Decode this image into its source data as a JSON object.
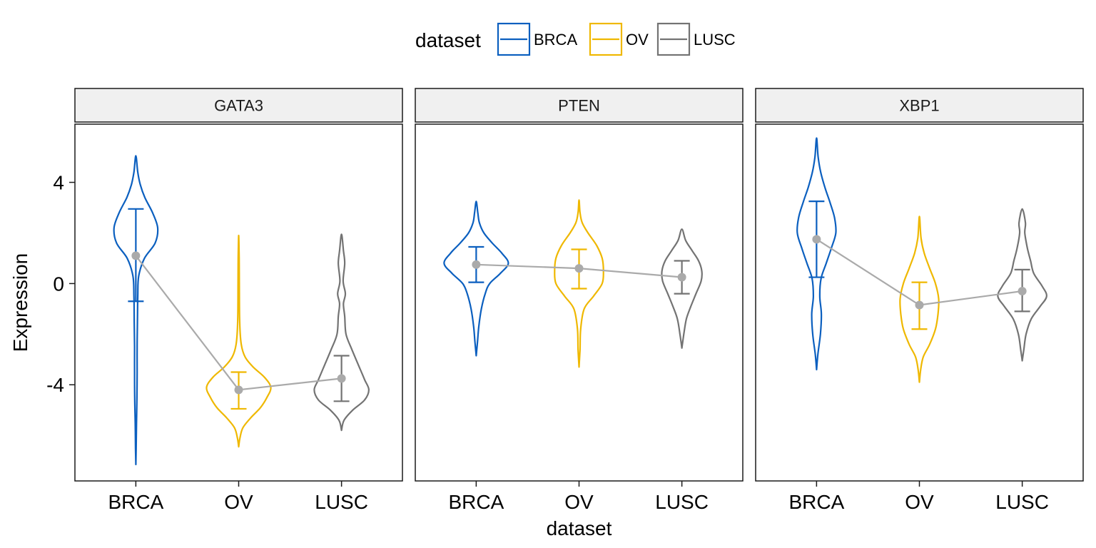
{
  "chart_data": {
    "type": "violin",
    "xlabel": "dataset",
    "ylabel": "Expression",
    "ylim": [
      -7.8,
      6.3
    ],
    "y_ticks": [
      -4,
      0,
      4
    ],
    "y_tick_labels": [
      "-4",
      "0",
      "4"
    ],
    "categories": [
      "BRCA",
      "OV",
      "LUSC"
    ],
    "legend": {
      "title": "dataset",
      "position": "top",
      "entries": [
        "BRCA",
        "OV",
        "LUSC"
      ]
    },
    "colors": {
      "BRCA": "#0B5FBF",
      "OV": "#EFB800",
      "LUSC": "#737373",
      "summary": "#AAAAAA"
    },
    "grid": false,
    "panels": [
      {
        "name": "GATA3",
        "series": [
          {
            "name": "BRCA",
            "mean": 1.1,
            "sd_low": -0.7,
            "sd_high": 2.95,
            "ymin": -7.15,
            "ymax": 5.05,
            "profile": [
              [
                -7.15,
                0
              ],
              [
                -6.5,
                0.01
              ],
              [
                -5.5,
                0.02
              ],
              [
                -4.5,
                0.035
              ],
              [
                -3.5,
                0.04
              ],
              [
                -2.5,
                0.04
              ],
              [
                -1.5,
                0.05
              ],
              [
                -0.5,
                0.06
              ],
              [
                0.3,
                0.09
              ],
              [
                1.0,
                0.27
              ],
              [
                1.6,
                0.6
              ],
              [
                2.2,
                0.68
              ],
              [
                2.8,
                0.52
              ],
              [
                3.4,
                0.28
              ],
              [
                3.9,
                0.14
              ],
              [
                4.4,
                0.06
              ],
              [
                5.05,
                0
              ]
            ]
          },
          {
            "name": "OV",
            "mean": -4.2,
            "sd_low": -4.95,
            "sd_high": -3.5,
            "ymin": -6.45,
            "ymax": 1.9,
            "profile": [
              [
                -6.45,
                0
              ],
              [
                -6.1,
                0.04
              ],
              [
                -5.7,
                0.13
              ],
              [
                -5.3,
                0.38
              ],
              [
                -4.9,
                0.68
              ],
              [
                -4.5,
                0.88
              ],
              [
                -4.1,
                1.0
              ],
              [
                -3.7,
                0.8
              ],
              [
                -3.3,
                0.45
              ],
              [
                -2.9,
                0.2
              ],
              [
                -2.4,
                0.08
              ],
              [
                -1.5,
                0.03
              ],
              [
                0.0,
                0.02
              ],
              [
                1.0,
                0.015
              ],
              [
                1.9,
                0
              ]
            ]
          },
          {
            "name": "LUSC",
            "mean": -3.75,
            "sd_low": -4.65,
            "sd_high": -2.85,
            "ymin": -5.8,
            "ymax": 1.95,
            "profile": [
              [
                -5.8,
                0
              ],
              [
                -5.4,
                0.08
              ],
              [
                -5.0,
                0.35
              ],
              [
                -4.6,
                0.72
              ],
              [
                -4.2,
                0.85
              ],
              [
                -3.8,
                0.72
              ],
              [
                -3.2,
                0.52
              ],
              [
                -2.6,
                0.32
              ],
              [
                -2.0,
                0.14
              ],
              [
                -1.3,
                0.1
              ],
              [
                -0.8,
                0.06
              ],
              [
                -0.4,
                0.12
              ],
              [
                0.1,
                0.05
              ],
              [
                0.8,
                0.1
              ],
              [
                1.3,
                0.06
              ],
              [
                1.95,
                0
              ]
            ]
          }
        ]
      },
      {
        "name": "PTEN",
        "series": [
          {
            "name": "BRCA",
            "mean": 0.75,
            "sd_low": 0.05,
            "sd_high": 1.45,
            "ymin": -2.85,
            "ymax": 3.25,
            "profile": [
              [
                -2.85,
                0
              ],
              [
                -2.3,
                0.04
              ],
              [
                -1.7,
                0.08
              ],
              [
                -1.0,
                0.16
              ],
              [
                -0.4,
                0.28
              ],
              [
                0.0,
                0.42
              ],
              [
                0.4,
                0.75
              ],
              [
                0.8,
                1.0
              ],
              [
                1.2,
                0.8
              ],
              [
                1.6,
                0.5
              ],
              [
                2.0,
                0.24
              ],
              [
                2.4,
                0.1
              ],
              [
                2.8,
                0.05
              ],
              [
                3.25,
                0
              ]
            ]
          },
          {
            "name": "OV",
            "mean": 0.6,
            "sd_low": -0.2,
            "sd_high": 1.35,
            "ymin": -3.3,
            "ymax": 3.3,
            "profile": [
              [
                -3.3,
                0
              ],
              [
                -2.6,
                0.03
              ],
              [
                -1.8,
                0.05
              ],
              [
                -1.0,
                0.16
              ],
              [
                -0.5,
                0.45
              ],
              [
                0.0,
                0.72
              ],
              [
                0.5,
                0.76
              ],
              [
                1.0,
                0.72
              ],
              [
                1.5,
                0.55
              ],
              [
                2.0,
                0.28
              ],
              [
                2.4,
                0.1
              ],
              [
                2.8,
                0.03
              ],
              [
                3.3,
                0
              ]
            ]
          },
          {
            "name": "LUSC",
            "mean": 0.25,
            "sd_low": -0.4,
            "sd_high": 0.9,
            "ymin": -2.55,
            "ymax": 2.15,
            "profile": [
              [
                -2.55,
                0
              ],
              [
                -2.0,
                0.06
              ],
              [
                -1.4,
                0.14
              ],
              [
                -0.9,
                0.28
              ],
              [
                -0.4,
                0.44
              ],
              [
                0.1,
                0.6
              ],
              [
                0.5,
                0.62
              ],
              [
                0.9,
                0.52
              ],
              [
                1.3,
                0.32
              ],
              [
                1.7,
                0.12
              ],
              [
                2.15,
                0
              ]
            ]
          }
        ]
      },
      {
        "name": "XBP1",
        "series": [
          {
            "name": "BRCA",
            "mean": 1.75,
            "sd_low": 0.25,
            "sd_high": 3.25,
            "ymin": -3.4,
            "ymax": 5.75,
            "profile": [
              [
                -3.4,
                0
              ],
              [
                -2.8,
                0.04
              ],
              [
                -2.0,
                0.12
              ],
              [
                -1.2,
                0.15
              ],
              [
                -0.5,
                0.1
              ],
              [
                0.2,
                0.14
              ],
              [
                0.8,
                0.3
              ],
              [
                1.4,
                0.46
              ],
              [
                2.0,
                0.6
              ],
              [
                2.6,
                0.56
              ],
              [
                3.2,
                0.42
              ],
              [
                3.8,
                0.26
              ],
              [
                4.4,
                0.13
              ],
              [
                5.0,
                0.05
              ],
              [
                5.75,
                0
              ]
            ]
          },
          {
            "name": "OV",
            "mean": -0.85,
            "sd_low": -1.8,
            "sd_high": 0.05,
            "ymin": -3.9,
            "ymax": 2.65,
            "profile": [
              [
                -3.9,
                0
              ],
              [
                -3.4,
                0.04
              ],
              [
                -2.9,
                0.12
              ],
              [
                -2.4,
                0.32
              ],
              [
                -1.8,
                0.5
              ],
              [
                -1.2,
                0.58
              ],
              [
                -0.6,
                0.6
              ],
              [
                0.0,
                0.5
              ],
              [
                0.6,
                0.32
              ],
              [
                1.2,
                0.15
              ],
              [
                1.8,
                0.05
              ],
              [
                2.65,
                0
              ]
            ]
          },
          {
            "name": "LUSC",
            "mean": -0.3,
            "sd_low": -1.1,
            "sd_high": 0.55,
            "ymin": -3.05,
            "ymax": 2.95,
            "profile": [
              [
                -3.05,
                0
              ],
              [
                -2.6,
                0.05
              ],
              [
                -2.0,
                0.12
              ],
              [
                -1.4,
                0.28
              ],
              [
                -0.9,
                0.56
              ],
              [
                -0.5,
                0.76
              ],
              [
                -0.1,
                0.62
              ],
              [
                0.4,
                0.36
              ],
              [
                0.9,
                0.26
              ],
              [
                1.4,
                0.16
              ],
              [
                2.0,
                0.08
              ],
              [
                2.4,
                0.1
              ],
              [
                2.95,
                0
              ]
            ]
          }
        ]
      }
    ]
  }
}
